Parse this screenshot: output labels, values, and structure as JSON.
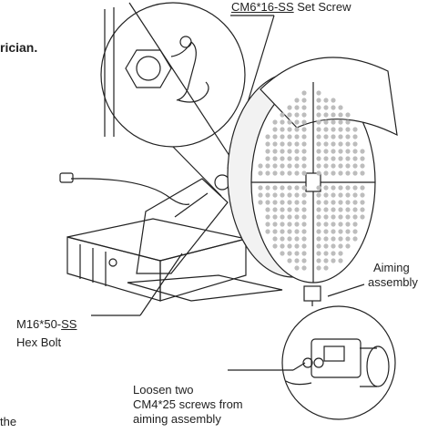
{
  "intro_fragment": "rician.",
  "set_screw": {
    "prefix": "CM6*16-SS",
    "suffix": " Set Screw"
  },
  "aiming": {
    "line1": "Aiming",
    "line2": "assembly"
  },
  "hex_bolt": {
    "line1_prefix": "M16*50-",
    "line1_u": "SS",
    "line2": "Hex Bolt"
  },
  "loosen": {
    "line1": "Loosen two",
    "line2": "CM4*25 screws from",
    "line3": "aiming assembly"
  },
  "bottom_fragment": "the",
  "colors": {
    "line": "#222222",
    "panel": "#f2f2f2",
    "led": "#bdbdbd"
  }
}
